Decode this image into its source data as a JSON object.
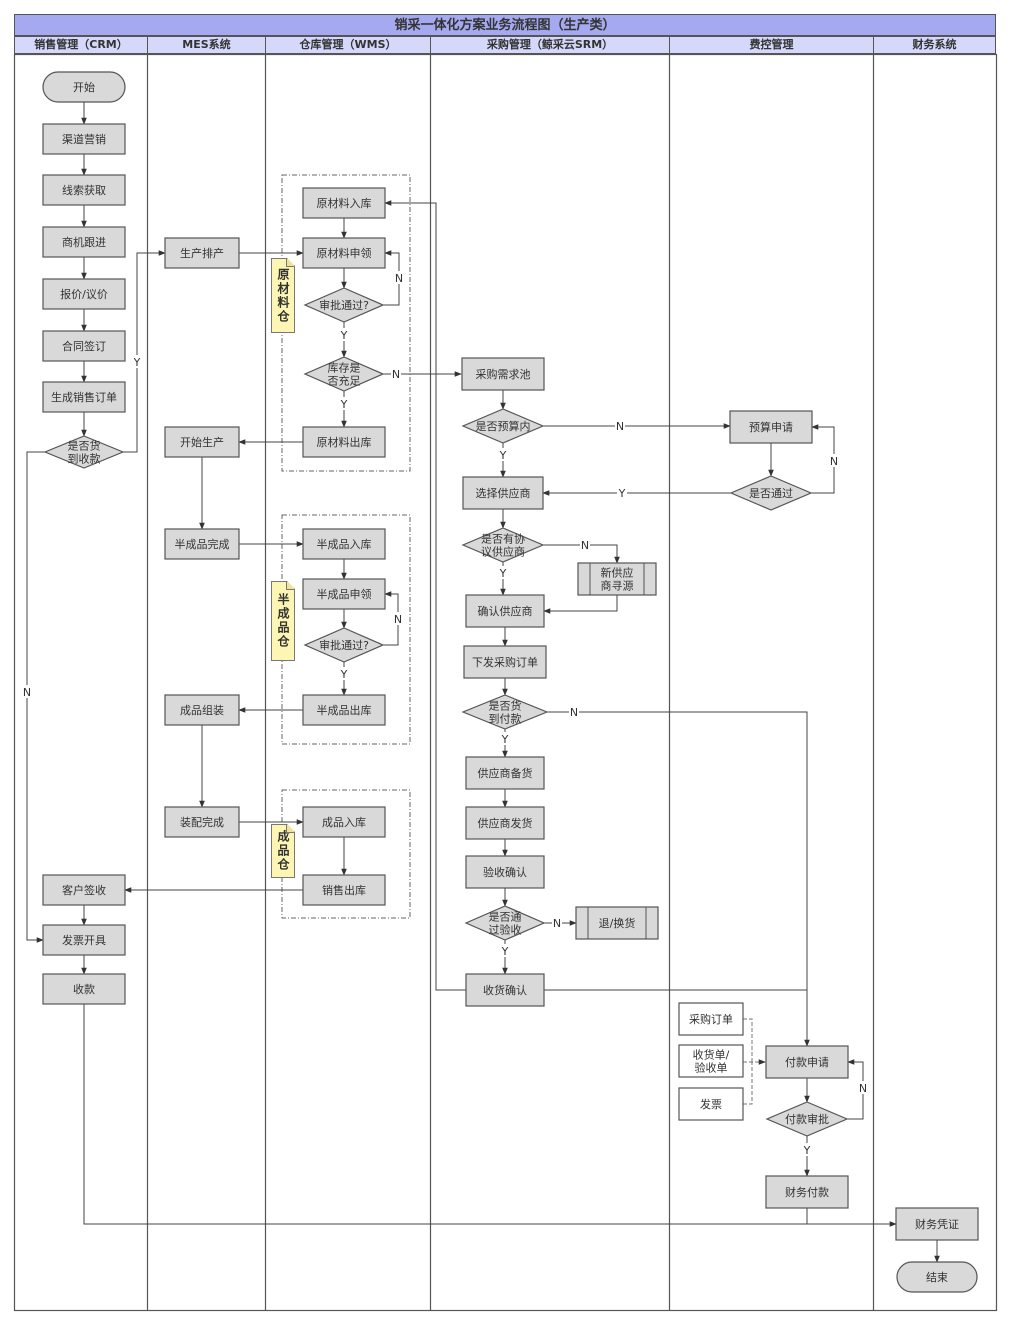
{
  "title": "销采一体化方案业务流程图（生产类）",
  "lanes": [
    {
      "id": "crm",
      "label": "销售管理（CRM）"
    },
    {
      "id": "mes",
      "label": "MES系统"
    },
    {
      "id": "wms",
      "label": "仓库管理（WMS）"
    },
    {
      "id": "srm",
      "label": "采购管理（鲸采云SRM）"
    },
    {
      "id": "fee",
      "label": "费控管理"
    },
    {
      "id": "fin",
      "label": "财务系统"
    }
  ],
  "colors": {
    "title_bg": "#a5aaf0",
    "lane_header_bg": "#d5d8fa",
    "node_fill": "#d9d9d9",
    "node_stroke": "#555555",
    "note_fill": "#fdf5b4",
    "line": "#444444"
  },
  "nodes": {
    "start": "开始",
    "channel_marketing": "渠道营销",
    "lead_acquisition": "线索获取",
    "opportunity_followup": "商机跟进",
    "quote": "报价/议价",
    "contract_sign": "合同签订",
    "create_sales_order": "生成销售订单",
    "cod_payment_decision": "是否货\n到收款",
    "customer_signoff": "客户签收",
    "invoice_issue": "发票开具",
    "collect_payment": "收款",
    "production_schedule": "生产排产",
    "start_production": "开始生产",
    "semi_finished_done": "半成品完成",
    "assembly": "成品组装",
    "assembly_done": "装配完成",
    "raw_inbound": "原材料入库",
    "raw_requisition": "原材料申领",
    "raw_approval": "审批通过?",
    "stock_sufficient": "库存是\n否充足",
    "raw_outbound": "原材料出库",
    "semi_inbound": "半成品入库",
    "semi_requisition": "半成品申领",
    "semi_approval": "审批通过?",
    "semi_outbound": "半成品出库",
    "finished_inbound": "成品入库",
    "sales_outbound": "销售出库",
    "purchase_demand_pool": "采购需求池",
    "within_budget": "是否预算内",
    "select_supplier": "选择供应商",
    "has_agreement_supplier": "是否有协\n议供应商",
    "new_supplier_sourcing": "新供应\n商寻源",
    "confirm_supplier": "确认供应商",
    "issue_po": "下发采购订单",
    "cod_pay_decision": "是否货\n到付款",
    "supplier_prepare": "供应商备货",
    "supplier_ship": "供应商发货",
    "inspection_confirm": "验收确认",
    "pass_inspection": "是否通\n过验收",
    "return_exchange": "退/换货",
    "receipt_confirm": "收货确认",
    "budget_request": "预算申请",
    "budget_approved": "是否通过",
    "doc_po": "采购订单",
    "doc_receipt": "收货单/\n验收单",
    "doc_invoice": "发票",
    "payment_request": "付款申请",
    "payment_approval": "付款审批",
    "finance_payment": "财务付款",
    "finance_voucher": "财务凭证",
    "end": "结束"
  },
  "notes": {
    "raw_warehouse": "原材料仓",
    "semi_warehouse": "半成品仓",
    "finished_warehouse": "成品仓"
  },
  "edge_labels": {
    "yes": "Y",
    "no": "N"
  }
}
